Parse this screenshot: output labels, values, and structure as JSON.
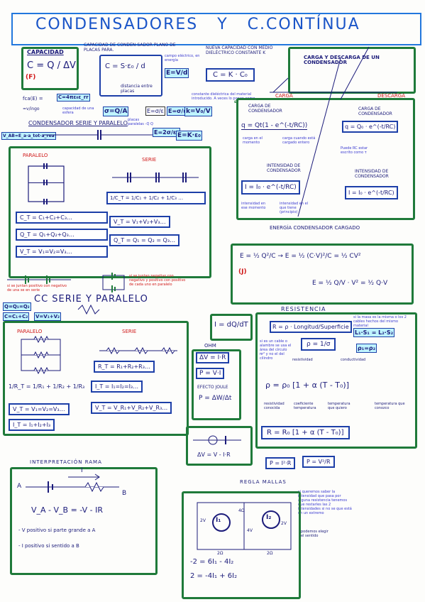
{
  "title": "CONDENSADORES   Y   C.CONTÍNUA",
  "capacidad": {
    "label": "CAPACIDAD",
    "formula": "C = Q / ΔV",
    "unit": "(F)",
    "esfera": "fca(E) =",
    "esfera_eq": "C=4πε₀ε_rr",
    "esfera_sub": "=v/ingo",
    "esfera_note": "capacidad de una esfera"
  },
  "placas": {
    "heading": "CAPACIDAD DE CONDEN-SADOR PLANO DE PLACAS PARA.",
    "formula": "C = S·ε₀ / d",
    "note": "distancia entre placas",
    "campo_note": "campo eléctrico, en energía",
    "E_eq": "E=V/d",
    "sigma": "σ=Q/A",
    "E_eps": "E=σ/ε",
    "E_sig": "E=σ/ε₀",
    "k_eq": "k=V₀/V",
    "E_k": "E=K·ε₀"
  },
  "dielectrico": {
    "heading": "NUEVA CAPACIDAD CON MEDIO DIELÉCTRICO CONSTANTE K",
    "formula": "C = K · C₀",
    "note": "constante dieléctrica del material introducido. A veces lo ponen como",
    "er": "εr"
  },
  "carga": {
    "heading": "CARGA Y DESCARGA DE UN CONDENSADOR",
    "carga": "CARGA",
    "descarga": "DESCARGA",
    "carga_sub": "CARGA DE CONDENSADOR",
    "carga_eq": "q = Qt(1 - e^(-t/RC))",
    "carga_n1": "carga en el momento",
    "carga_n2": "carga cuando está cargado entero",
    "descarga_sub": "CARGA DE CONDENSADOR",
    "descarga_eq": "q = Q₀ · e^(-t/RC)",
    "rc_note": "Puede RC estar escrito como τ",
    "int_sub": "INTENSIDAD DE CONDENSADOR",
    "int_eq": "I = I₀ · e^(-t/RC)",
    "int_n1": "intensidad en ese momento",
    "int_n2": "intensidad en el que tiene (principio)",
    "int2_sub": "INTENSIDAD DE CONDENSADOR",
    "int2_eq": "I = I₀ · e^(-t/RC)"
  },
  "serie_paralelo": {
    "heading": "CONDENSADOR SERIE Y PARALELO",
    "vab": "V_AB=E_a·a_tot·a_rea",
    "placas_note": "placas paralelas -Q  Q",
    "E_eq": "E=2σ/ε₀",
    "paralelo": "PARALELO",
    "serie": "SERIE",
    "ct": "C_T = C₁+C₂+C₃…",
    "qt": "Q_T = Q₁+Q₂+Q₃…",
    "vt": "V_T = V₁=V₂=V₃…",
    "ct_serie": "1/C_T = 1/C₁ + 1/C₂ + 1/C₃ …",
    "vt_serie": "V_T = V₁+V₂+V₃…",
    "qt_serie": "Q_T = Q₁ = Q₂ = Q₃…"
  },
  "energia": {
    "heading": "ENERGÍA CONDENSADOR CARGADO",
    "unit": "(J)",
    "eq1": "E = ½ Q²/C → E = ½ (C·V)²/C = ½ CV²",
    "eq2": "E = ½ Q/V · V² = ½ Q·V"
  },
  "cc": {
    "heading": "CC SERIE Y PARALELO",
    "n1": "si se juntan positivo con negativo de una se en serie",
    "n2": "si se juntan negativo con negativo y positivo con positivo de cada uno en paralelo",
    "q_eq": "Q=Q₁=Q₂",
    "c_eq": "C=C₁+C₂",
    "v_eq": "V=V₁+V₂",
    "paralelo": "PARALELO",
    "serie": "SERIE",
    "rt": "1/R_T = 1/R₁ + 1/R₂ + 1/R₃",
    "vt": "V_T = V₁=V₂=V₃…",
    "it": "I_T = I₁+I₂+I₃",
    "rt_s": "R_T = R₁+R₂+R₃…",
    "it_s": "I_T = I₁=I₂=I₃…",
    "vt_s": "V_T = V_R₁+V_R₂+V_R₃…"
  },
  "intensidad": {
    "eq": "I = dQ/dT"
  },
  "ohm": {
    "heading": "OHM",
    "eq1": "ΔV = I·R",
    "eq2": "P = V·I",
    "joule": "EFECTO JOULE",
    "eq3": "P = ΔW/Δt",
    "eq4": "ΔV = V - I·R",
    "eq5": "P = I²·R",
    "eq6": "P = V²/R"
  },
  "resistencia": {
    "heading": "RESISTENCIA",
    "eq1": "R = ρ · Longitud/Superficie",
    "eq2": "ρ = 1/σ",
    "note_top": "si la masa es la misma o los 2 cables hechos del mismo material",
    "eq_l": "L₁·S₁ = L₂·S₂",
    "eq_p": "ρ₁=ρ₂",
    "note_cable": "si es un cable o alambre se usa el área del círculo πr² y no el del cilindro",
    "resist": "resistividad",
    "conduct": "conductividad",
    "eq3": "ρ = ρ₀ [1 + α (T - T₀)]",
    "n_resist": "resistividad conocida",
    "n_coef": "coeficiente temperatura",
    "n_temp": "temperatura que quiero",
    "n_temp2": "temperatura que conozco",
    "eq4": "R = R₀ [1 + α (T - T₀)]"
  },
  "rama": {
    "heading": "INTERPRETACIÓN RAMA",
    "I": "I",
    "A": "A",
    "B": "B",
    "eq": "V_A - V_B = -V - IR",
    "n1": "- V positivo si parte grande a A",
    "n2": "- I positivo si sentido a B"
  },
  "mallas": {
    "heading": "REGLA MALLAS",
    "note": "si queremos saber la intensidad que pasa por alguna resistencia tenemos que restarles las 2 intensidades si no se que está en un extremo",
    "n_sentido": "podemos elegir el sentido",
    "I1": "I₁",
    "I2": "I₂",
    "v1": "2V",
    "v2": "4V",
    "v3": "2V",
    "r1": "2Ω",
    "r2": "4Ω",
    "r3": "2Ω",
    "eq1": "-2 = 6I₁ - 4I₂",
    "eq2": "2 = -4I₁ + 6I₂"
  }
}
